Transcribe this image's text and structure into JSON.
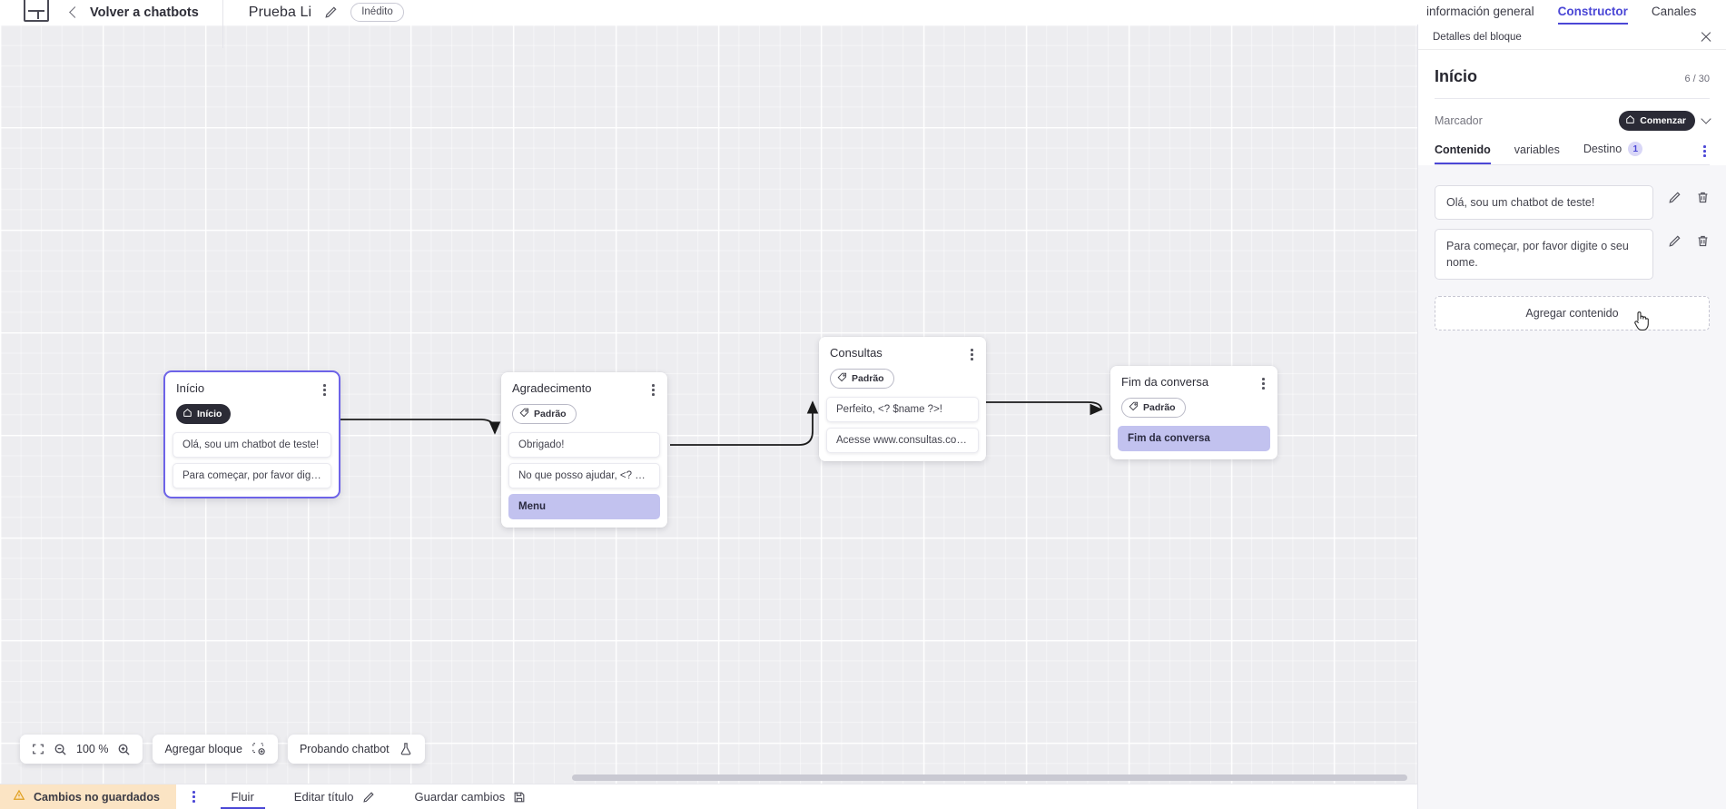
{
  "header": {
    "logo_name": "app-logo",
    "back_label": "Volver a chatbots",
    "bot_name": "Prueba Li",
    "status_badge": "Inédito",
    "tabs": [
      {
        "label": "información general",
        "active": false
      },
      {
        "label": "Constructor",
        "active": true
      },
      {
        "label": "Canales",
        "active": false
      }
    ]
  },
  "canvas": {
    "zoom_level": "100 %",
    "add_block_label": "Agregar bloque",
    "test_bot_label": "Probando chatbot",
    "nodes": [
      {
        "id": "inicio",
        "title": "Início",
        "tag": "Início",
        "tag_style": "dark",
        "tag_icon": "home-icon",
        "selected": true,
        "messages": [
          {
            "text": "Olá, sou um chatbot de teste!",
            "accent": false
          },
          {
            "text": "Para começar, por favor digite o ...",
            "accent": false
          }
        ]
      },
      {
        "id": "agradecimento",
        "title": "Agradecimento",
        "tag": "Padrão",
        "tag_style": "outline",
        "tag_icon": "tag-icon",
        "selected": false,
        "messages": [
          {
            "text": "Obrigado!",
            "accent": false
          },
          {
            "text": "No que posso ajudar, <? $name ...",
            "accent": false
          },
          {
            "text": "Menu",
            "accent": true
          }
        ]
      },
      {
        "id": "consultas",
        "title": "Consultas",
        "tag": "Padrão",
        "tag_style": "outline",
        "tag_icon": "tag-icon",
        "selected": false,
        "messages": [
          {
            "text": "Perfeito, <? $name ?>!",
            "accent": false
          },
          {
            "text": "Acesse www.consultas.com par...",
            "accent": false
          }
        ]
      },
      {
        "id": "fim",
        "title": "Fim da conversa",
        "tag": "Padrão",
        "tag_style": "outline",
        "tag_icon": "tag-icon",
        "selected": false,
        "messages": [
          {
            "text": "Fim da conversa",
            "accent": true
          }
        ]
      }
    ]
  },
  "statusbar": {
    "unsaved_label": "Cambios no guardados",
    "flow_label": "Fluir",
    "edit_title_label": "Editar título",
    "save_label": "Guardar cambios"
  },
  "panel": {
    "header_label": "Detalles del bloque",
    "title": "Início",
    "counter": "6 / 30",
    "marker_label": "Marcador",
    "marker_value": "Comenzar",
    "tabs": [
      {
        "label": "Contenido",
        "active": true,
        "badge": ""
      },
      {
        "label": "variables",
        "active": false,
        "badge": ""
      },
      {
        "label": "Destino",
        "active": false,
        "badge": "1"
      }
    ],
    "contents": [
      {
        "text": "Olá, sou um chatbot de teste!"
      },
      {
        "text": "Para começar, por favor digite o seu nome."
      }
    ],
    "add_content_label": "Agregar contenido"
  },
  "colors": {
    "accent": "#4b47d6",
    "node_accent": "#c2c2ef",
    "warning_bg": "#fbe4c4",
    "dark_tag": "#2b2b36"
  }
}
